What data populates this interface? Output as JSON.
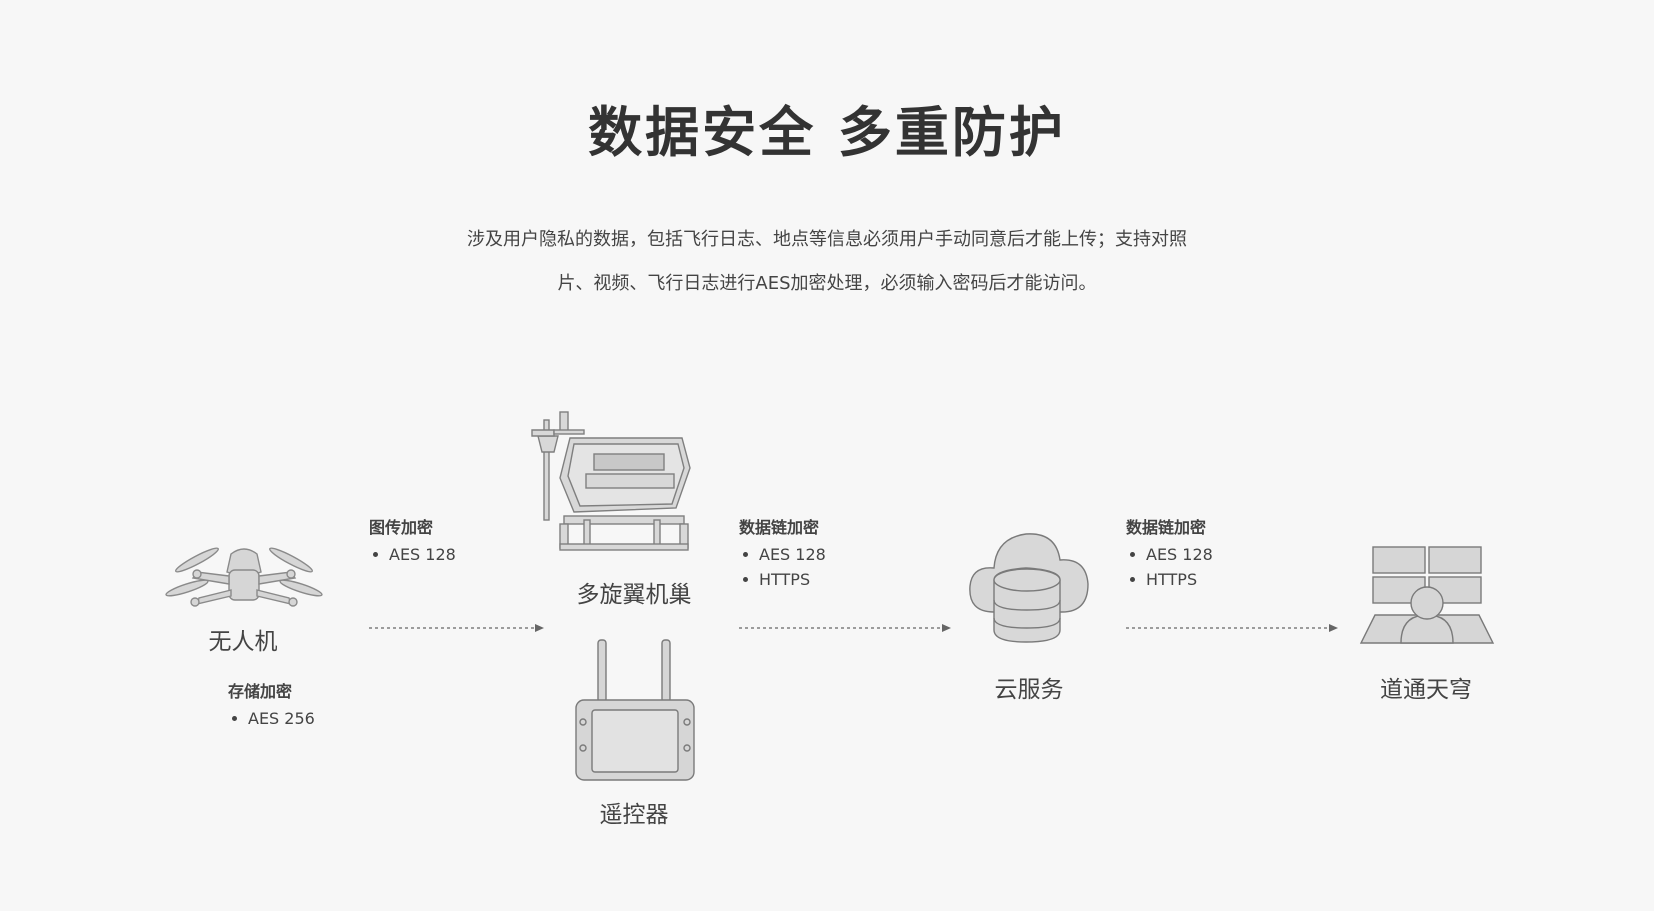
{
  "title": "数据安全 多重防护",
  "description": {
    "line1": "涉及用户隐私的数据，包括飞行日志、地点等信息必须用户手动同意后才能上传；支持对照",
    "line2": "片、视频、飞行日志进行AES加密处理，必须输入密码后才能访问。"
  },
  "nodes": {
    "drone": {
      "label": "无人机",
      "icon": "drone-icon"
    },
    "dock": {
      "label": "多旋翼机巢",
      "icon": "dock-icon"
    },
    "remote": {
      "label": "遥控器",
      "icon": "remote-controller-icon"
    },
    "cloud": {
      "label": "云服务",
      "icon": "cloud-server-icon"
    },
    "platform": {
      "label": "道通天穹",
      "icon": "platform-user-icon"
    }
  },
  "encryption": {
    "storage": {
      "title": "存储加密",
      "items": [
        "AES 256"
      ]
    },
    "image": {
      "title": "图传加密",
      "items": [
        "AES 128"
      ]
    },
    "link1": {
      "title": "数据链加密",
      "items": [
        "AES 128",
        "HTTPS"
      ]
    },
    "link2": {
      "title": "数据链加密",
      "items": [
        "AES 128",
        "HTTPS"
      ]
    }
  },
  "colors": {
    "background": "#f7f7f7",
    "icon_fill": "#d4d4d4",
    "icon_stroke": "#7a7a7a",
    "text": "#333333"
  }
}
